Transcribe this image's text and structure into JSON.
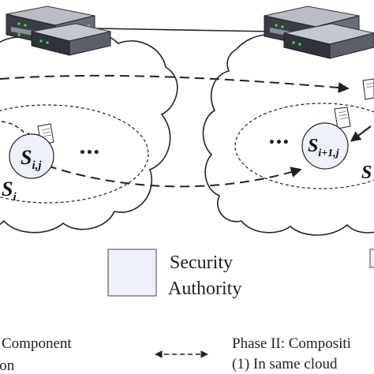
{
  "labels": {
    "service_left": "S",
    "service_left_sub": "i,j",
    "service_right": "S",
    "service_right_sub": "i+1,j",
    "cloud_left": "S",
    "cloud_left_sub": "i",
    "cloud_right_partial": "S",
    "ellipsis_left": "•••",
    "ellipsis_right": "•••"
  },
  "legend": {
    "security_authority_line1": "Security",
    "security_authority_line2": "Authority",
    "component_partial": "Component",
    "phase2_line1": "Phase II: Compositi",
    "phase2_line2": "(1) In same cloud",
    "bottom_left_partial": "ion"
  },
  "icons": [
    "server-rack-icon",
    "document-icon",
    "cloud-icon",
    "service-node-icon",
    "dashed-arrow-icon"
  ],
  "colors": {
    "node_fill": "#eef0fa",
    "authority_fill": "#eef0fa",
    "stroke": "#222222"
  }
}
